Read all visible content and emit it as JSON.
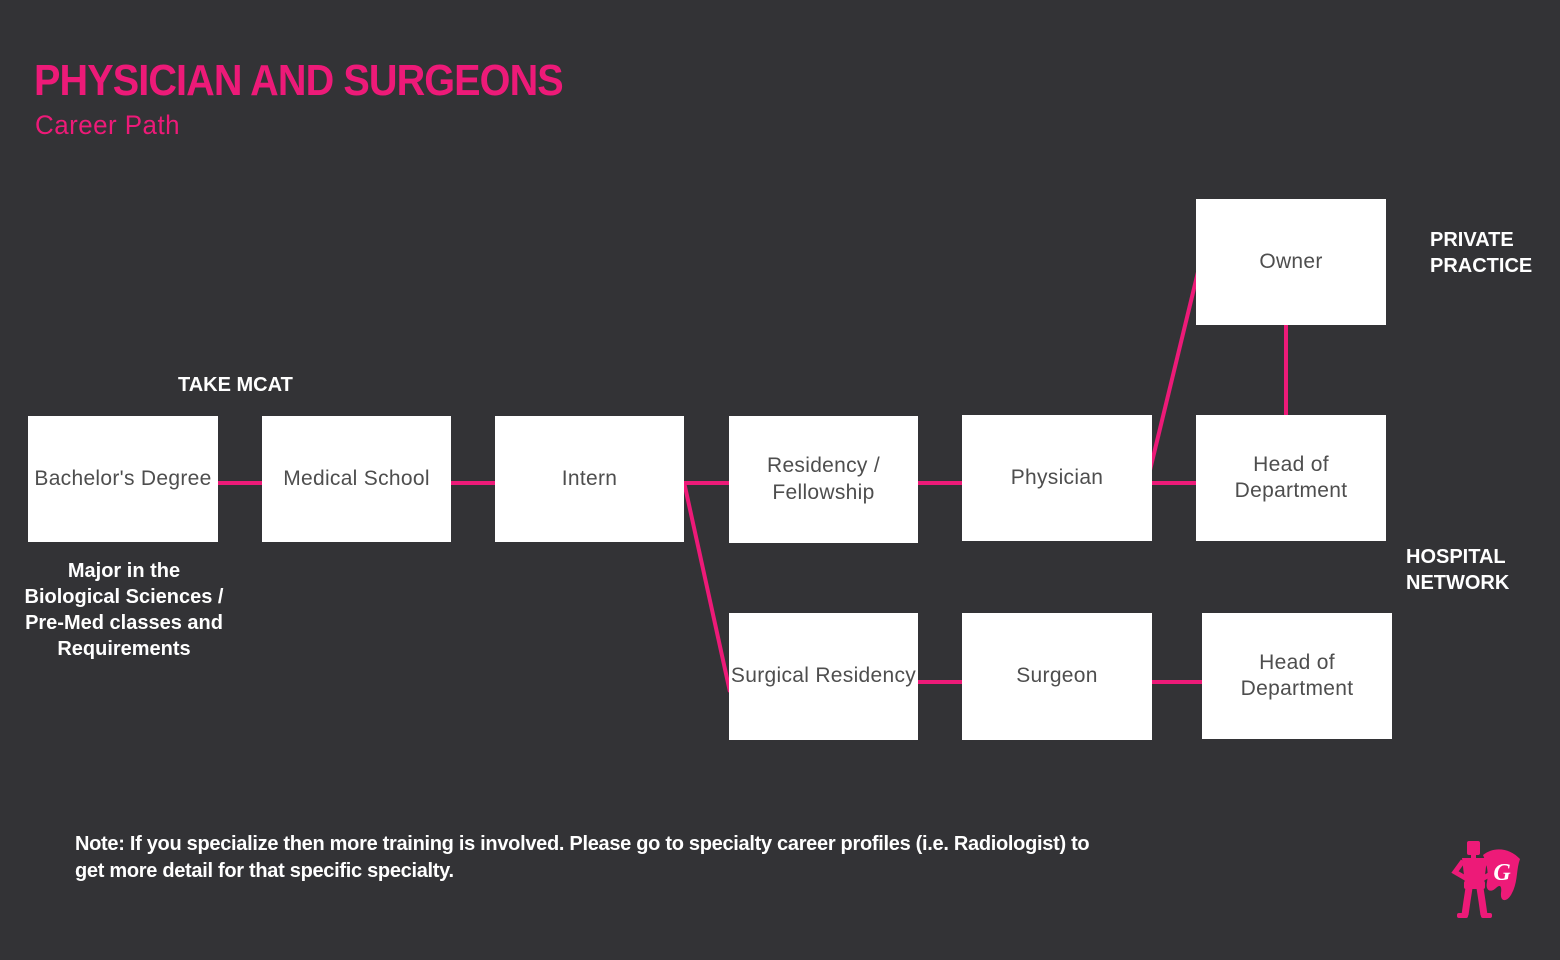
{
  "header": {
    "title": "PHYSICIAN AND SURGEONS",
    "subtitle": "Career Path"
  },
  "colors": {
    "background": "#333336",
    "accent_pink": "#ED1A78",
    "node_background": "#FFFFFF",
    "node_text": "#4E4E4E",
    "label_text": "#FFFFFF"
  },
  "diagram": {
    "nodes": {
      "bachelors_degree": {
        "label": "Bachelor's Degree"
      },
      "medical_school": {
        "label": "Medical School"
      },
      "intern": {
        "label": "Intern"
      },
      "residency_fellowship": {
        "label": "Residency /\nFellowship"
      },
      "physician": {
        "label": "Physician"
      },
      "owner": {
        "label": "Owner"
      },
      "head_of_department_top": {
        "label": "Head of\nDepartment"
      },
      "surgical_residency": {
        "label": "Surgical Residency"
      },
      "surgeon": {
        "label": "Surgeon"
      },
      "head_of_department_bottom": {
        "label": "Head of\nDepartment"
      }
    },
    "edges": [
      {
        "from": "bachelors_degree",
        "to": "medical_school"
      },
      {
        "from": "medical_school",
        "to": "intern"
      },
      {
        "from": "intern",
        "to": "residency_fellowship"
      },
      {
        "from": "residency_fellowship",
        "to": "physician"
      },
      {
        "from": "physician",
        "to": "head_of_department_top"
      },
      {
        "from": "physician",
        "to": "owner"
      },
      {
        "from": "owner",
        "to": "head_of_department_top"
      },
      {
        "from": "intern",
        "to": "surgical_residency"
      },
      {
        "from": "surgical_residency",
        "to": "surgeon"
      },
      {
        "from": "surgeon",
        "to": "head_of_department_bottom"
      }
    ],
    "annotations": {
      "take_mcat": "TAKE MCAT",
      "bachelors_note": "Major in the\nBiological Sciences /\nPre-Med classes and\nRequirements",
      "private_practice": "PRIVATE\nPRACTICE",
      "hospital_network": "HOSPITAL\nNETWORK"
    }
  },
  "footer": {
    "note": "Note: If you specialize then more training is involved. Please go to specialty career profiles (i.e. Radiologist) to\nget more detail for that specific specialty."
  },
  "logo": {
    "letter": "G"
  }
}
